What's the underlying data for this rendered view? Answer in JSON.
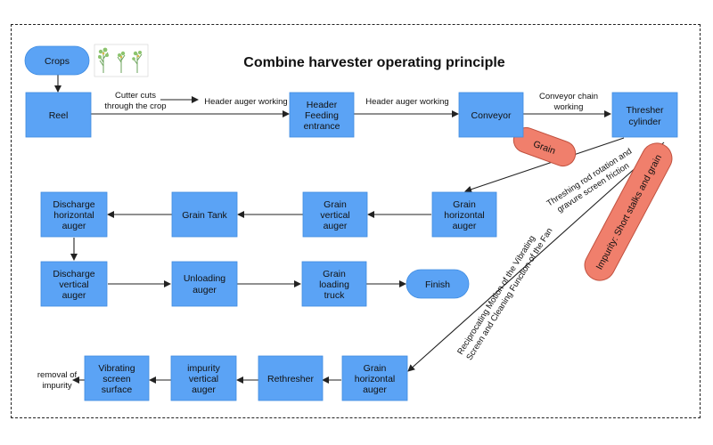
{
  "title": "Combine harvester operating principle",
  "colors": {
    "node": "#5BA3F5",
    "node_border": "#3F8BE0",
    "callout": "#F07F6C",
    "callout_border": "#C0503E",
    "line": "#222222"
  },
  "illustration": {
    "name": "crop-plants-illustration",
    "captions": [
      "",
      "",
      ""
    ]
  },
  "nodes": {
    "crops": "Crops",
    "reel": "Reel",
    "header_feeding": [
      "Header",
      "Feeding",
      "entrance"
    ],
    "conveyor": "Conveyor",
    "thresher": [
      "Thresher",
      "cylinder"
    ],
    "grain_h_auger": [
      "Grain",
      "horizontal",
      "auger"
    ],
    "grain_v_auger": [
      "Grain",
      "vertical",
      "auger"
    ],
    "grain_tank": "Grain Tank",
    "discharge_h_auger": [
      "Discharge",
      "horizontal",
      "auger"
    ],
    "discharge_v_auger": [
      "Discharge",
      "vertical",
      "auger"
    ],
    "unloading_auger": [
      "Unloading",
      "auger"
    ],
    "grain_loading_truck": [
      "Grain",
      "loading",
      "truck"
    ],
    "finish": "Finish",
    "grain_h_auger_2": [
      "Grain",
      "horizontal",
      "auger"
    ],
    "rethresher": "Rethresher",
    "impurity_v_auger": [
      "impurity",
      "vertical",
      "auger"
    ],
    "vibrating_screen": [
      "Vibrating",
      "screen",
      "surface"
    ]
  },
  "callouts": {
    "grain": "Grain",
    "impurity": "Impurity:  Short stalks and grain"
  },
  "edge_labels": {
    "cutter": [
      "Cutter cuts",
      "through the crop"
    ],
    "header_auger_1": "Header auger working",
    "header_auger_2": "Header auger working",
    "conveyor_chain": [
      "Conveyor chain",
      "working"
    ],
    "threshing": [
      "Threshing rod rotation and",
      "gravure screen friction"
    ],
    "reciprocating": [
      "Reciprocating Motion of the Vibrating",
      "Screen and Cleaning Function of the Fan"
    ],
    "removal": [
      "removal of",
      "impurity"
    ]
  }
}
